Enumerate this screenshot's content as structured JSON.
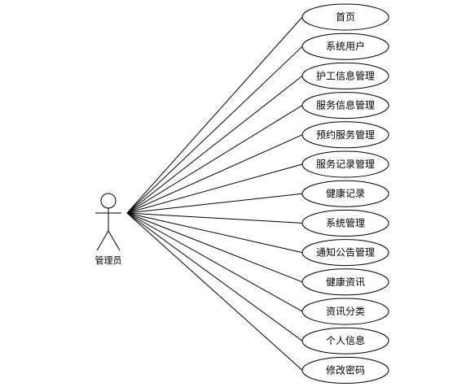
{
  "actor": {
    "name": "管理员"
  },
  "use_cases": [
    "首页",
    "系统用户",
    "护工信息管理",
    "服务信息管理",
    "预约服务管理",
    "服务记录管理",
    "健康记录",
    "系统管理",
    "通知公告管理",
    "健康资讯",
    "资讯分类",
    "个人信息",
    "修改密码"
  ]
}
